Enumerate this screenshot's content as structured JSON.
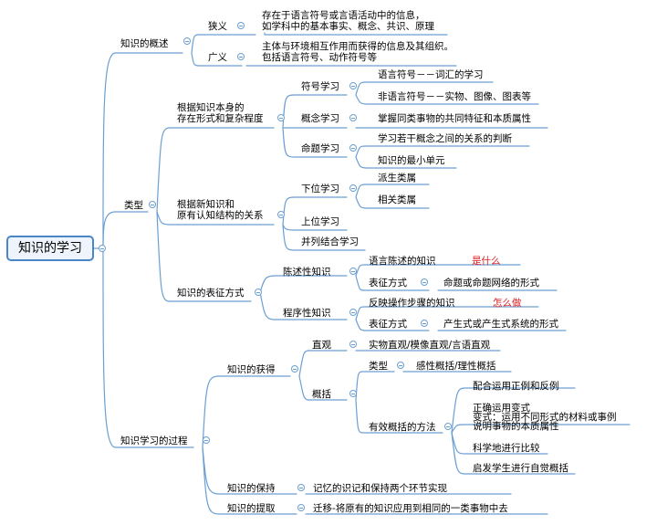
{
  "root": "知识的学习",
  "n1": {
    "label": "知识的概述",
    "a": {
      "label": "狭义",
      "text1": "存在于语言符号或言语活动中的信息，",
      "text2": "如学科中的基本事实、概念、共识、原理"
    },
    "b": {
      "label": "广义",
      "text1": "主体与环境相互作用而获得的信息及其组织。",
      "text2": "包括语言符号、动作符号等"
    }
  },
  "n2": {
    "label": "类型",
    "a": {
      "label1": "根据知识本身的",
      "label2": "存在形式和复杂程度",
      "s1": {
        "label": "符号学习",
        "c1": "语言符号－－词汇的学习",
        "c2": "非语言符号－－实物、图像、图表等"
      },
      "s2": {
        "label": "概念学习",
        "c1": "掌握同类事物的共同特征和本质属性"
      },
      "s3": {
        "label": "命题学习",
        "c1": "学习若干概念之间的关系的判断",
        "c2": "知识的最小单元"
      }
    },
    "b": {
      "label1": "根据新知识和",
      "label2": "原有认知结构的关系",
      "s1": {
        "label": "下位学习",
        "c1": "派生类属",
        "c2": "相关类属"
      },
      "s2": {
        "label": "上位学习"
      },
      "s3": {
        "label": "并列结合学习"
      }
    },
    "c": {
      "label": "知识的表征方式",
      "s1": {
        "label": "陈述性知识",
        "c1": "语言陈述的知识",
        "c1note": "是什么",
        "c2": "表征方式",
        "c2val": "命题或命题网络的形式"
      },
      "s2": {
        "label": "程序性知识",
        "c1": "反映操作步骤的知识",
        "c1note": "怎么做",
        "c2": "表征方式",
        "c2val": "产生式或产生式系统的形式"
      }
    }
  },
  "n3": {
    "label": "知识学习的过程",
    "a": {
      "label": "知识的获得",
      "s1": {
        "label": "直观",
        "c1": "实物直观/模像直观/言语直观"
      },
      "s2": {
        "label": "概括",
        "k1": {
          "label": "类型",
          "val": "感性概括/理性概括"
        },
        "k2": {
          "label": "有效概括的方法",
          "m1": "配合运用正例和反例",
          "m2a": "正确运用变式",
          "m2b": "变式：运用不同形式的材料或事例",
          "m2c": "说明事物的本质属性",
          "m3": "科学地进行比较",
          "m4": "启发学生进行自觉概括"
        }
      }
    },
    "b": {
      "label": "知识的保持",
      "val": "记忆的识记和保持两个环节实现"
    },
    "c": {
      "label": "知识的提取",
      "val": "迁移-将原有的知识应用到相同的一类事物中去"
    }
  },
  "colors": {
    "line": "#6b9fd3",
    "root_border": "#4c84c8",
    "note": "#e0191b"
  }
}
